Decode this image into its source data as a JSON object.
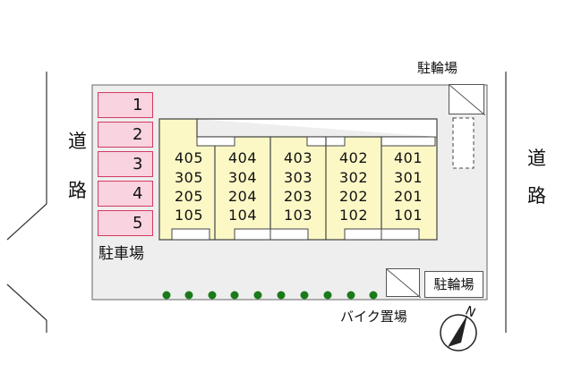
{
  "roads": {
    "left": [
      "道",
      "路"
    ],
    "right": [
      "道",
      "路"
    ]
  },
  "parking": {
    "label": "駐車場",
    "slots": [
      "1",
      "2",
      "3",
      "4",
      "5"
    ]
  },
  "bicycle_parking_top": "駐輪場",
  "bicycle_parking_bottom": "駐輪場",
  "bike_parking": "バイク置場",
  "north_symbol": "N",
  "building": {
    "units": [
      [
        "405",
        "305",
        "205",
        "105"
      ],
      [
        "404",
        "304",
        "204",
        "104"
      ],
      [
        "403",
        "303",
        "203",
        "103"
      ],
      [
        "402",
        "302",
        "202",
        "102"
      ],
      [
        "401",
        "301",
        "201",
        "101"
      ]
    ]
  },
  "colors": {
    "building": "#fbf8c6",
    "parking": "#f9d3df",
    "parking_border": "#d23a62",
    "lot": "#eeeeee",
    "trees": "#1a7a1a"
  }
}
